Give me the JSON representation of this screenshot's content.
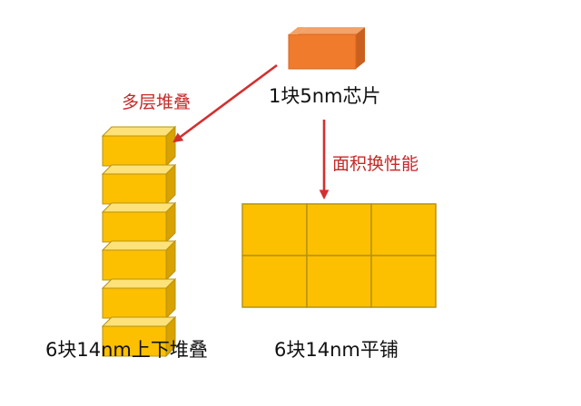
{
  "labels": {
    "source_chip": "1块5nm芯片",
    "stack_arrow": "多层堆叠",
    "area_arrow": "面积换性能",
    "stack_caption": "6块14nm上下堆叠",
    "tile_caption": "6块14nm平铺"
  },
  "diagram": {
    "stacked_blocks": 6,
    "tiled_blocks": {
      "rows": 2,
      "cols": 3
    },
    "colors": {
      "chip_5nm": "#f07b2c",
      "chip_14nm": "#fcc000",
      "chip_outline": "#b79313",
      "arrow": "#d32f2f"
    }
  }
}
